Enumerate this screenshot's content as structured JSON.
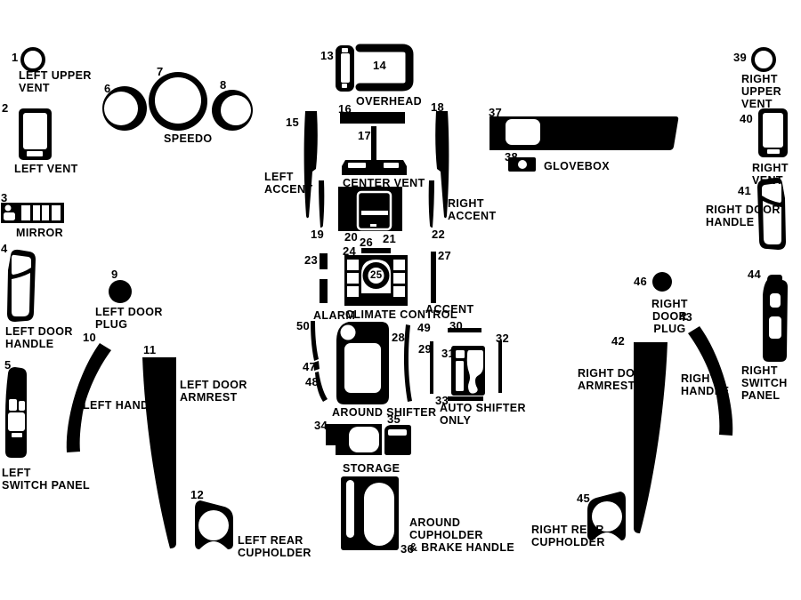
{
  "colors": {
    "ink": "#000000",
    "paper": "#ffffff"
  },
  "nums": {
    "n1": "1",
    "n2": "2",
    "n3": "3",
    "n4": "4",
    "n5": "5",
    "n6": "6",
    "n7": "7",
    "n8": "8",
    "n9": "9",
    "n10": "10",
    "n11": "11",
    "n12": "12",
    "n13": "13",
    "n14": "14",
    "n15": "15",
    "n16": "16",
    "n17": "17",
    "n18": "18",
    "n19": "19",
    "n20": "20",
    "n21": "21",
    "n22": "22",
    "n23": "23",
    "n24": "24",
    "n25": "25",
    "n26": "26",
    "n27": "27",
    "n28": "28",
    "n29": "29",
    "n30": "30",
    "n31": "31",
    "n32": "32",
    "n33": "33",
    "n34": "34",
    "n35": "35",
    "n36": "36",
    "n37": "37",
    "n38": "38",
    "n39": "39",
    "n40": "40",
    "n41": "41",
    "n42": "42",
    "n43": "43",
    "n44": "44",
    "n45": "45",
    "n46": "46",
    "n47": "47",
    "n48": "48",
    "n49": "49",
    "n50": "50"
  },
  "labels": {
    "left_upper_vent": "LEFT UPPER\nVENT",
    "left_vent": "LEFT VENT",
    "speedo": "SPEEDO",
    "mirror": "MIRROR",
    "left_door_handle": "LEFT DOOR\nHANDLE",
    "left_door_plug": "LEFT DOOR\nPLUG",
    "left_handle": "LEFT HANDLE",
    "left_switch_panel": "LEFT\nSWITCH PANEL",
    "left_door_armrest": "LEFT DOOR\nARMREST",
    "left_rear_cupholder": "LEFT REAR\nCUPHOLDER",
    "overhead": "OVERHEAD",
    "left_accent": "LEFT\nACCENT",
    "center_vent": "CENTER VENT",
    "right_accent": "RIGHT\nACCENT",
    "alarm": "ALARM",
    "climate_control": "CLIMATE CONTROL",
    "accent": "ACCENT",
    "glovebox": "GLOVEBOX",
    "around_shifter": "AROUND SHIFTER",
    "auto_shifter_only": "AUTO SHIFTER\nONLY",
    "storage": "STORAGE",
    "around_cupholder_brake_handle": "AROUND\nCUPHOLDER\n& BRAKE HANDLE",
    "right_upper_vent": "RIGHT UPPER\nVENT",
    "right_vent": "RIGHT VENT",
    "right_door_handle": "RIGHT DOOR\nHANDLE",
    "right_door_plug": "RIGHT DOOR\nPLUG",
    "right_door_armrest": "RIGHT DOOR\nARMREST",
    "right_handle": "RIGHT\nHANDLE",
    "right_switch_panel": "RIGHT SWITCH\nPANEL",
    "right_rear_cupholder": "RIGHT REAR\nCUPHOLDER"
  }
}
